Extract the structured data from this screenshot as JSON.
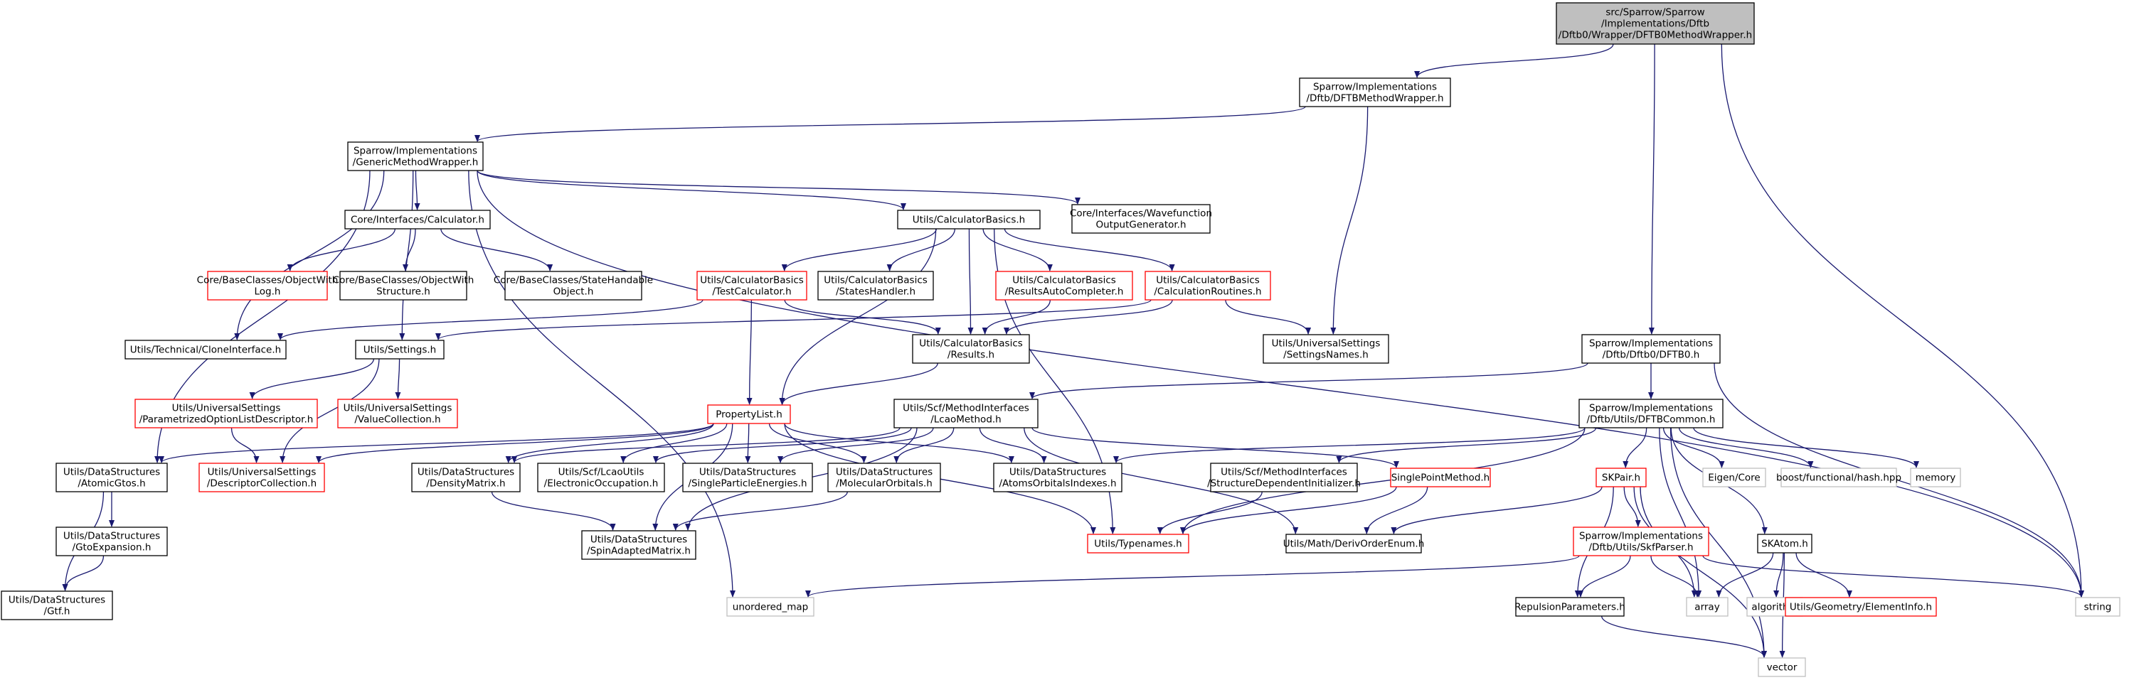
{
  "colors": {
    "edge": "#191970",
    "box_normal": "#000000",
    "box_truncated": "#ff0000",
    "box_external": "#bfbfbf",
    "root_fill": "#bfbfbf"
  },
  "nodes": [
    {
      "id": "root",
      "lines": [
        "src/Sparrow/Sparrow",
        "/Implementations/Dftb",
        "/Dftb0/Wrapper/DFTB0MethodWrapper.h"
      ],
      "kind": "root"
    },
    {
      "id": "dftbmw",
      "lines": [
        "Sparrow/Implementations",
        "/Dftb/DFTBMethodWrapper.h"
      ],
      "kind": "normal"
    },
    {
      "id": "gmw",
      "lines": [
        "Sparrow/Implementations",
        "/GenericMethodWrapper.h"
      ],
      "kind": "normal"
    },
    {
      "id": "calc",
      "lines": [
        "Core/Interfaces/Calculator.h"
      ],
      "kind": "normal"
    },
    {
      "id": "calcbasics",
      "lines": [
        "Utils/CalculatorBasics.h"
      ],
      "kind": "normal"
    },
    {
      "id": "wfog",
      "lines": [
        "Core/Interfaces/Wavefunction",
        "OutputGenerator.h"
      ],
      "kind": "normal"
    },
    {
      "id": "objlog",
      "lines": [
        "Core/BaseClasses/ObjectWith",
        "Log.h"
      ],
      "kind": "truncated"
    },
    {
      "id": "objstruct",
      "lines": [
        "Core/BaseClasses/ObjectWith",
        "Structure.h"
      ],
      "kind": "normal"
    },
    {
      "id": "statehandable",
      "lines": [
        "Core/BaseClasses/StateHandable",
        "Object.h"
      ],
      "kind": "normal"
    },
    {
      "id": "testcalc",
      "lines": [
        "Utils/CalculatorBasics",
        "/TestCalculator.h"
      ],
      "kind": "truncated"
    },
    {
      "id": "stateshandler",
      "lines": [
        "Utils/CalculatorBasics",
        "/StatesHandler.h"
      ],
      "kind": "normal"
    },
    {
      "id": "resautocomp",
      "lines": [
        "Utils/CalculatorBasics",
        "/ResultsAutoCompleter.h"
      ],
      "kind": "truncated"
    },
    {
      "id": "calcroutines",
      "lines": [
        "Utils/CalculatorBasics",
        "/CalculationRoutines.h"
      ],
      "kind": "truncated"
    },
    {
      "id": "clone",
      "lines": [
        "Utils/Technical/CloneInterface.h"
      ],
      "kind": "normal"
    },
    {
      "id": "settings",
      "lines": [
        "Utils/Settings.h"
      ],
      "kind": "normal"
    },
    {
      "id": "results",
      "lines": [
        "Utils/CalculatorBasics",
        "/Results.h"
      ],
      "kind": "normal"
    },
    {
      "id": "settingsnames",
      "lines": [
        "Utils/UniversalSettings",
        "/SettingsNames.h"
      ],
      "kind": "normal"
    },
    {
      "id": "dftb0",
      "lines": [
        "Sparrow/Implementations",
        "/Dftb/Dftb0/DFTB0.h"
      ],
      "kind": "normal"
    },
    {
      "id": "paramopt",
      "lines": [
        "Utils/UniversalSettings",
        "/ParametrizedOptionListDescriptor.h"
      ],
      "kind": "truncated"
    },
    {
      "id": "valuecoll",
      "lines": [
        "Utils/UniversalSettings",
        "/ValueCollection.h"
      ],
      "kind": "truncated"
    },
    {
      "id": "proplist",
      "lines": [
        "PropertyList.h"
      ],
      "kind": "truncated"
    },
    {
      "id": "lcao",
      "lines": [
        "Utils/Scf/MethodInterfaces",
        "/LcaoMethod.h"
      ],
      "kind": "normal"
    },
    {
      "id": "dftbcommon",
      "lines": [
        "Sparrow/Implementations",
        "/Dftb/Utils/DFTBCommon.h"
      ],
      "kind": "normal"
    },
    {
      "id": "atomicgtos",
      "lines": [
        "Utils/DataStructures",
        "/AtomicGtos.h"
      ],
      "kind": "normal"
    },
    {
      "id": "desccoll",
      "lines": [
        "Utils/UniversalSettings",
        "/DescriptorCollection.h"
      ],
      "kind": "truncated"
    },
    {
      "id": "densmat",
      "lines": [
        "Utils/DataStructures",
        "/DensityMatrix.h"
      ],
      "kind": "normal"
    },
    {
      "id": "elocc",
      "lines": [
        "Utils/Scf/LcaoUtils",
        "/ElectronicOccupation.h"
      ],
      "kind": "normal"
    },
    {
      "id": "spe",
      "lines": [
        "Utils/DataStructures",
        "/SingleParticleEnergies.h"
      ],
      "kind": "normal"
    },
    {
      "id": "molorb",
      "lines": [
        "Utils/DataStructures",
        "/MolecularOrbitals.h"
      ],
      "kind": "normal"
    },
    {
      "id": "aoi",
      "lines": [
        "Utils/DataStructures",
        "/AtomsOrbitalsIndexes.h"
      ],
      "kind": "normal"
    },
    {
      "id": "sdi",
      "lines": [
        "Utils/Scf/MethodInterfaces",
        "/StructureDependentInitializer.h"
      ],
      "kind": "normal"
    },
    {
      "id": "spm",
      "lines": [
        "SinglePointMethod.h"
      ],
      "kind": "truncated"
    },
    {
      "id": "skpair",
      "lines": [
        "SKPair.h"
      ],
      "kind": "truncated"
    },
    {
      "id": "eigen",
      "lines": [
        "Eigen/Core"
      ],
      "kind": "external"
    },
    {
      "id": "boosthash",
      "lines": [
        "boost/functional/hash.hpp"
      ],
      "kind": "external"
    },
    {
      "id": "memory",
      "lines": [
        "memory"
      ],
      "kind": "external"
    },
    {
      "id": "gtoexp",
      "lines": [
        "Utils/DataStructures",
        "/GtoExpansion.h"
      ],
      "kind": "normal"
    },
    {
      "id": "spinmat",
      "lines": [
        "Utils/DataStructures",
        "/SpinAdaptedMatrix.h"
      ],
      "kind": "normal"
    },
    {
      "id": "typenames",
      "lines": [
        "Utils/Typenames.h"
      ],
      "kind": "truncated"
    },
    {
      "id": "deriv",
      "lines": [
        "Utils/Math/DerivOrderEnum.h"
      ],
      "kind": "normal"
    },
    {
      "id": "skfparser",
      "lines": [
        "Sparrow/Implementations",
        "/Dftb/Utils/SkfParser.h"
      ],
      "kind": "truncated"
    },
    {
      "id": "skatom",
      "lines": [
        "SKAtom.h"
      ],
      "kind": "normal"
    },
    {
      "id": "gtf",
      "lines": [
        "Utils/DataStructures",
        "/Gtf.h"
      ],
      "kind": "normal"
    },
    {
      "id": "unordered",
      "lines": [
        "unordered_map"
      ],
      "kind": "external"
    },
    {
      "id": "repparams",
      "lines": [
        "RepulsionParameters.h"
      ],
      "kind": "normal"
    },
    {
      "id": "array",
      "lines": [
        "array"
      ],
      "kind": "external"
    },
    {
      "id": "algorithm",
      "lines": [
        "algorithm"
      ],
      "kind": "external"
    },
    {
      "id": "elementinfo",
      "lines": [
        "Utils/Geometry/ElementInfo.h"
      ],
      "kind": "truncated"
    },
    {
      "id": "string",
      "lines": [
        "string"
      ],
      "kind": "external"
    },
    {
      "id": "vector",
      "lines": [
        "vector"
      ],
      "kind": "external"
    }
  ],
  "edges": [
    [
      "root",
      "dftbmw"
    ],
    [
      "root",
      "dftb0"
    ],
    [
      "root",
      "string"
    ],
    [
      "dftbmw",
      "gmw"
    ],
    [
      "dftbmw",
      "settingsnames"
    ],
    [
      "gmw",
      "calc"
    ],
    [
      "gmw",
      "calcbasics"
    ],
    [
      "gmw",
      "wfog"
    ],
    [
      "gmw",
      "clone"
    ],
    [
      "gmw",
      "settings"
    ],
    [
      "gmw",
      "atomicgtos"
    ],
    [
      "gmw",
      "unordered"
    ],
    [
      "gmw",
      "string"
    ],
    [
      "calc",
      "objlog"
    ],
    [
      "calc",
      "objstruct"
    ],
    [
      "calc",
      "statehandable"
    ],
    [
      "calcbasics",
      "testcalc"
    ],
    [
      "calcbasics",
      "stateshandler"
    ],
    [
      "calcbasics",
      "resautocomp"
    ],
    [
      "calcbasics",
      "calcroutines"
    ],
    [
      "calcbasics",
      "results"
    ],
    [
      "calcbasics",
      "proplist"
    ],
    [
      "calcbasics",
      "typenames"
    ],
    [
      "testcalc",
      "clone"
    ],
    [
      "testcalc",
      "results"
    ],
    [
      "testcalc",
      "proplist"
    ],
    [
      "resautocomp",
      "results"
    ],
    [
      "calcroutines",
      "results"
    ],
    [
      "calcroutines",
      "settings"
    ],
    [
      "calcroutines",
      "settingsnames"
    ],
    [
      "results",
      "proplist"
    ],
    [
      "settings",
      "paramopt"
    ],
    [
      "settings",
      "valuecoll"
    ],
    [
      "settings",
      "desccoll"
    ],
    [
      "paramopt",
      "desccoll"
    ],
    [
      "proplist",
      "atomicgtos"
    ],
    [
      "proplist",
      "desccoll"
    ],
    [
      "proplist",
      "densmat"
    ],
    [
      "proplist",
      "elocc"
    ],
    [
      "proplist",
      "spe"
    ],
    [
      "proplist",
      "molorb"
    ],
    [
      "proplist",
      "aoi"
    ],
    [
      "proplist",
      "spinmat"
    ],
    [
      "proplist",
      "typenames"
    ],
    [
      "dftb0",
      "lcao"
    ],
    [
      "dftb0",
      "dftbcommon"
    ],
    [
      "dftb0",
      "string"
    ],
    [
      "lcao",
      "densmat"
    ],
    [
      "lcao",
      "elocc"
    ],
    [
      "lcao",
      "spe"
    ],
    [
      "lcao",
      "molorb"
    ],
    [
      "lcao",
      "aoi"
    ],
    [
      "lcao",
      "spm"
    ],
    [
      "lcao",
      "spinmat"
    ],
    [
      "lcao",
      "deriv"
    ],
    [
      "dftbcommon",
      "aoi"
    ],
    [
      "dftbcommon",
      "sdi"
    ],
    [
      "dftbcommon",
      "typenames"
    ],
    [
      "dftbcommon",
      "skpair"
    ],
    [
      "dftbcommon",
      "eigen"
    ],
    [
      "dftbcommon",
      "boosthash"
    ],
    [
      "dftbcommon",
      "memory"
    ],
    [
      "dftbcommon",
      "array"
    ],
    [
      "dftbcommon",
      "skatom"
    ],
    [
      "dftbcommon",
      "vector"
    ],
    [
      "atomicgtos",
      "gtoexp"
    ],
    [
      "atomicgtos",
      "gtf"
    ],
    [
      "gtoexp",
      "gtf"
    ],
    [
      "densmat",
      "spinmat"
    ],
    [
      "molorb",
      "spinmat"
    ],
    [
      "sdi",
      "typenames"
    ],
    [
      "spm",
      "typenames"
    ],
    [
      "spm",
      "deriv"
    ],
    [
      "skpair",
      "skfparser"
    ],
    [
      "skpair",
      "repparams"
    ],
    [
      "skpair",
      "deriv"
    ],
    [
      "skpair",
      "array"
    ],
    [
      "skpair",
      "vector"
    ],
    [
      "skfparser",
      "repparams"
    ],
    [
      "skfparser",
      "array"
    ],
    [
      "skfparser",
      "unordered"
    ],
    [
      "skfparser",
      "string"
    ],
    [
      "skatom",
      "array"
    ],
    [
      "skatom",
      "algorithm"
    ],
    [
      "skatom",
      "elementinfo"
    ],
    [
      "skatom",
      "vector"
    ],
    [
      "repparams",
      "vector"
    ]
  ]
}
